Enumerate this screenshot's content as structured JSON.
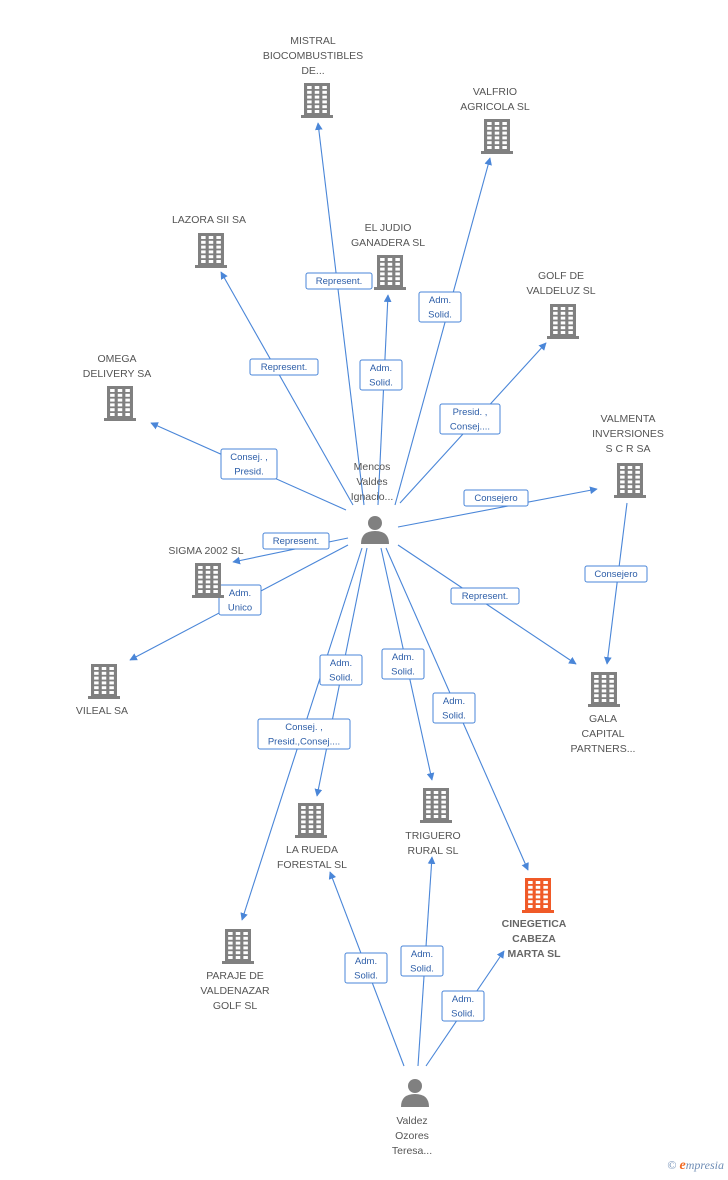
{
  "colors": {
    "building": "#808080",
    "highlight": "#f05a28",
    "person": "#808080",
    "edge": "#4a86d8"
  },
  "companies": [
    {
      "id": "mistral",
      "lines": [
        "MISTRAL",
        "BIOCOMBUSTIBLES",
        "DE..."
      ],
      "icon": "building-icon"
    },
    {
      "id": "valfrio",
      "lines": [
        "VALFRIO",
        "AGRICOLA SL"
      ],
      "icon": "building-icon"
    },
    {
      "id": "lazora",
      "lines": [
        "LAZORA SII SA"
      ],
      "icon": "building-icon"
    },
    {
      "id": "eljudio",
      "lines": [
        "EL JUDIO",
        "GANADERA SL"
      ],
      "icon": "building-icon"
    },
    {
      "id": "golf",
      "lines": [
        "GOLF DE",
        "VALDELUZ SL"
      ],
      "icon": "building-icon"
    },
    {
      "id": "omega",
      "lines": [
        "OMEGA",
        "DELIVERY SA"
      ],
      "icon": "building-icon"
    },
    {
      "id": "valmenta",
      "lines": [
        "VALMENTA",
        "INVERSIONES",
        "S C R SA"
      ],
      "icon": "building-icon"
    },
    {
      "id": "sigma",
      "lines": [
        "SIGMA 2002 SL"
      ],
      "icon": "building-icon"
    },
    {
      "id": "vileal",
      "lines": [
        "VILEAL SA"
      ],
      "icon": "building-icon"
    },
    {
      "id": "gala",
      "lines": [
        "GALA",
        "CAPITAL",
        "PARTNERS..."
      ],
      "icon": "building-icon"
    },
    {
      "id": "larueda",
      "lines": [
        "LA RUEDA",
        "FORESTAL SL"
      ],
      "icon": "building-icon"
    },
    {
      "id": "triguero",
      "lines": [
        "TRIGUERO",
        "RURAL SL"
      ],
      "icon": "building-icon"
    },
    {
      "id": "cinegetica",
      "lines": [
        "CINEGETICA",
        "CABEZA",
        "MARTA SL"
      ],
      "icon": "building-icon",
      "highlight": true
    },
    {
      "id": "paraje",
      "lines": [
        "PARAJE DE",
        "VALDENAZAR",
        "GOLF SL"
      ],
      "icon": "building-icon"
    }
  ],
  "persons": [
    {
      "id": "mencos",
      "lines": [
        "Mencos",
        "Valdes",
        "Ignacio..."
      ],
      "icon": "person-icon"
    },
    {
      "id": "valdez",
      "lines": [
        "Valdez",
        "Ozores",
        "Teresa..."
      ],
      "icon": "person-icon"
    }
  ],
  "edges": [
    {
      "id": "mencos-mistral",
      "lines": [
        "Represent."
      ]
    },
    {
      "id": "mencos-valfrio",
      "lines": [
        "Adm.",
        "Solid."
      ]
    },
    {
      "id": "mencos-lazora",
      "lines": [
        "Represent."
      ]
    },
    {
      "id": "mencos-eljudio",
      "lines": [
        "Adm.",
        "Solid."
      ]
    },
    {
      "id": "mencos-golf",
      "lines": [
        "Presid. ,",
        "Consej...."
      ]
    },
    {
      "id": "mencos-omega",
      "lines": [
        "Consej. ,",
        "Presid."
      ]
    },
    {
      "id": "mencos-valmenta",
      "lines": [
        "Consejero"
      ]
    },
    {
      "id": "valmenta-gala",
      "lines": [
        "Consejero"
      ]
    },
    {
      "id": "mencos-sigma",
      "lines": [
        "Represent."
      ]
    },
    {
      "id": "mencos-vileal",
      "lines": [
        "Adm.",
        "Unico"
      ]
    },
    {
      "id": "mencos-gala",
      "lines": [
        "Represent."
      ]
    },
    {
      "id": "mencos-larueda",
      "lines": [
        "Adm.",
        "Solid."
      ]
    },
    {
      "id": "mencos-paraje",
      "lines": [
        "Consej. ,",
        "Presid.,Consej...."
      ]
    },
    {
      "id": "mencos-triguero",
      "lines": [
        "Adm.",
        "Solid."
      ]
    },
    {
      "id": "mencos-cinegetica",
      "lines": [
        "Adm.",
        "Solid."
      ]
    },
    {
      "id": "valdez-larueda",
      "lines": [
        "Adm.",
        "Solid."
      ]
    },
    {
      "id": "valdez-triguero",
      "lines": [
        "Adm.",
        "Solid."
      ]
    },
    {
      "id": "valdez-cinegetica",
      "lines": [
        "Adm.",
        "Solid."
      ]
    }
  ],
  "footer": {
    "copyright": "©",
    "brand_e": "e",
    "brand_rest": "mpresia"
  }
}
